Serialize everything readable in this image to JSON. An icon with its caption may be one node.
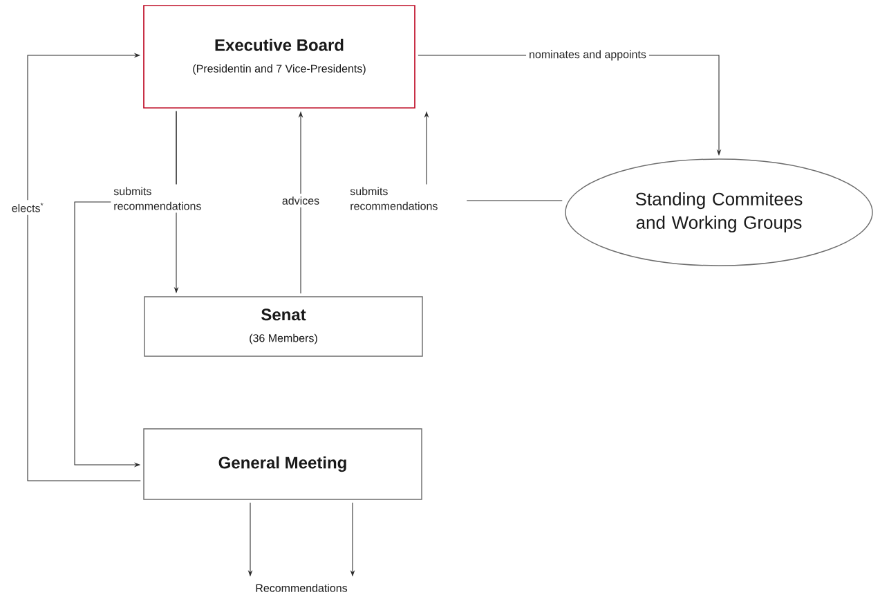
{
  "diagram": {
    "nodes": [
      {
        "text": [
          "Executive Board",
          "(Presidentin and 7 Vice-Presidents)"
        ]
      },
      {
        "text": [
          "Standing Commitees and Working Groups"
        ]
      },
      {
        "text": [
          "Senat",
          "(36 Members)"
        ]
      },
      {
        "text": [
          "General Meeting"
        ]
      },
      {
        "text": [
          "Recommendations"
        ]
      }
    ],
    "edges": [
      {
        "from": 3,
        "to": 0,
        "arrow": "to",
        "label": "elects$^{*}$"
      },
      {
        "from": 0,
        "to": 2,
        "arrow": "to",
        "label": "submits recommendations"
      },
      {
        "from": 0,
        "to": 3,
        "arrow": "to"
      },
      {
        "from": 2,
        "to": 0,
        "arrow": "to",
        "label": "advices"
      },
      {
        "from": 1,
        "to": 0,
        "arrow": "to",
        "label": "submits recommendations"
      },
      {
        "from": 0,
        "to": 1,
        "arrow": "to",
        "label": "nominates and appoints"
      },
      {
        "from": 3,
        "to": 4,
        "arrow": "to"
      },
      {
        "from": 3,
        "to": 4,
        "arrow": "to"
      }
    ]
  }
}
